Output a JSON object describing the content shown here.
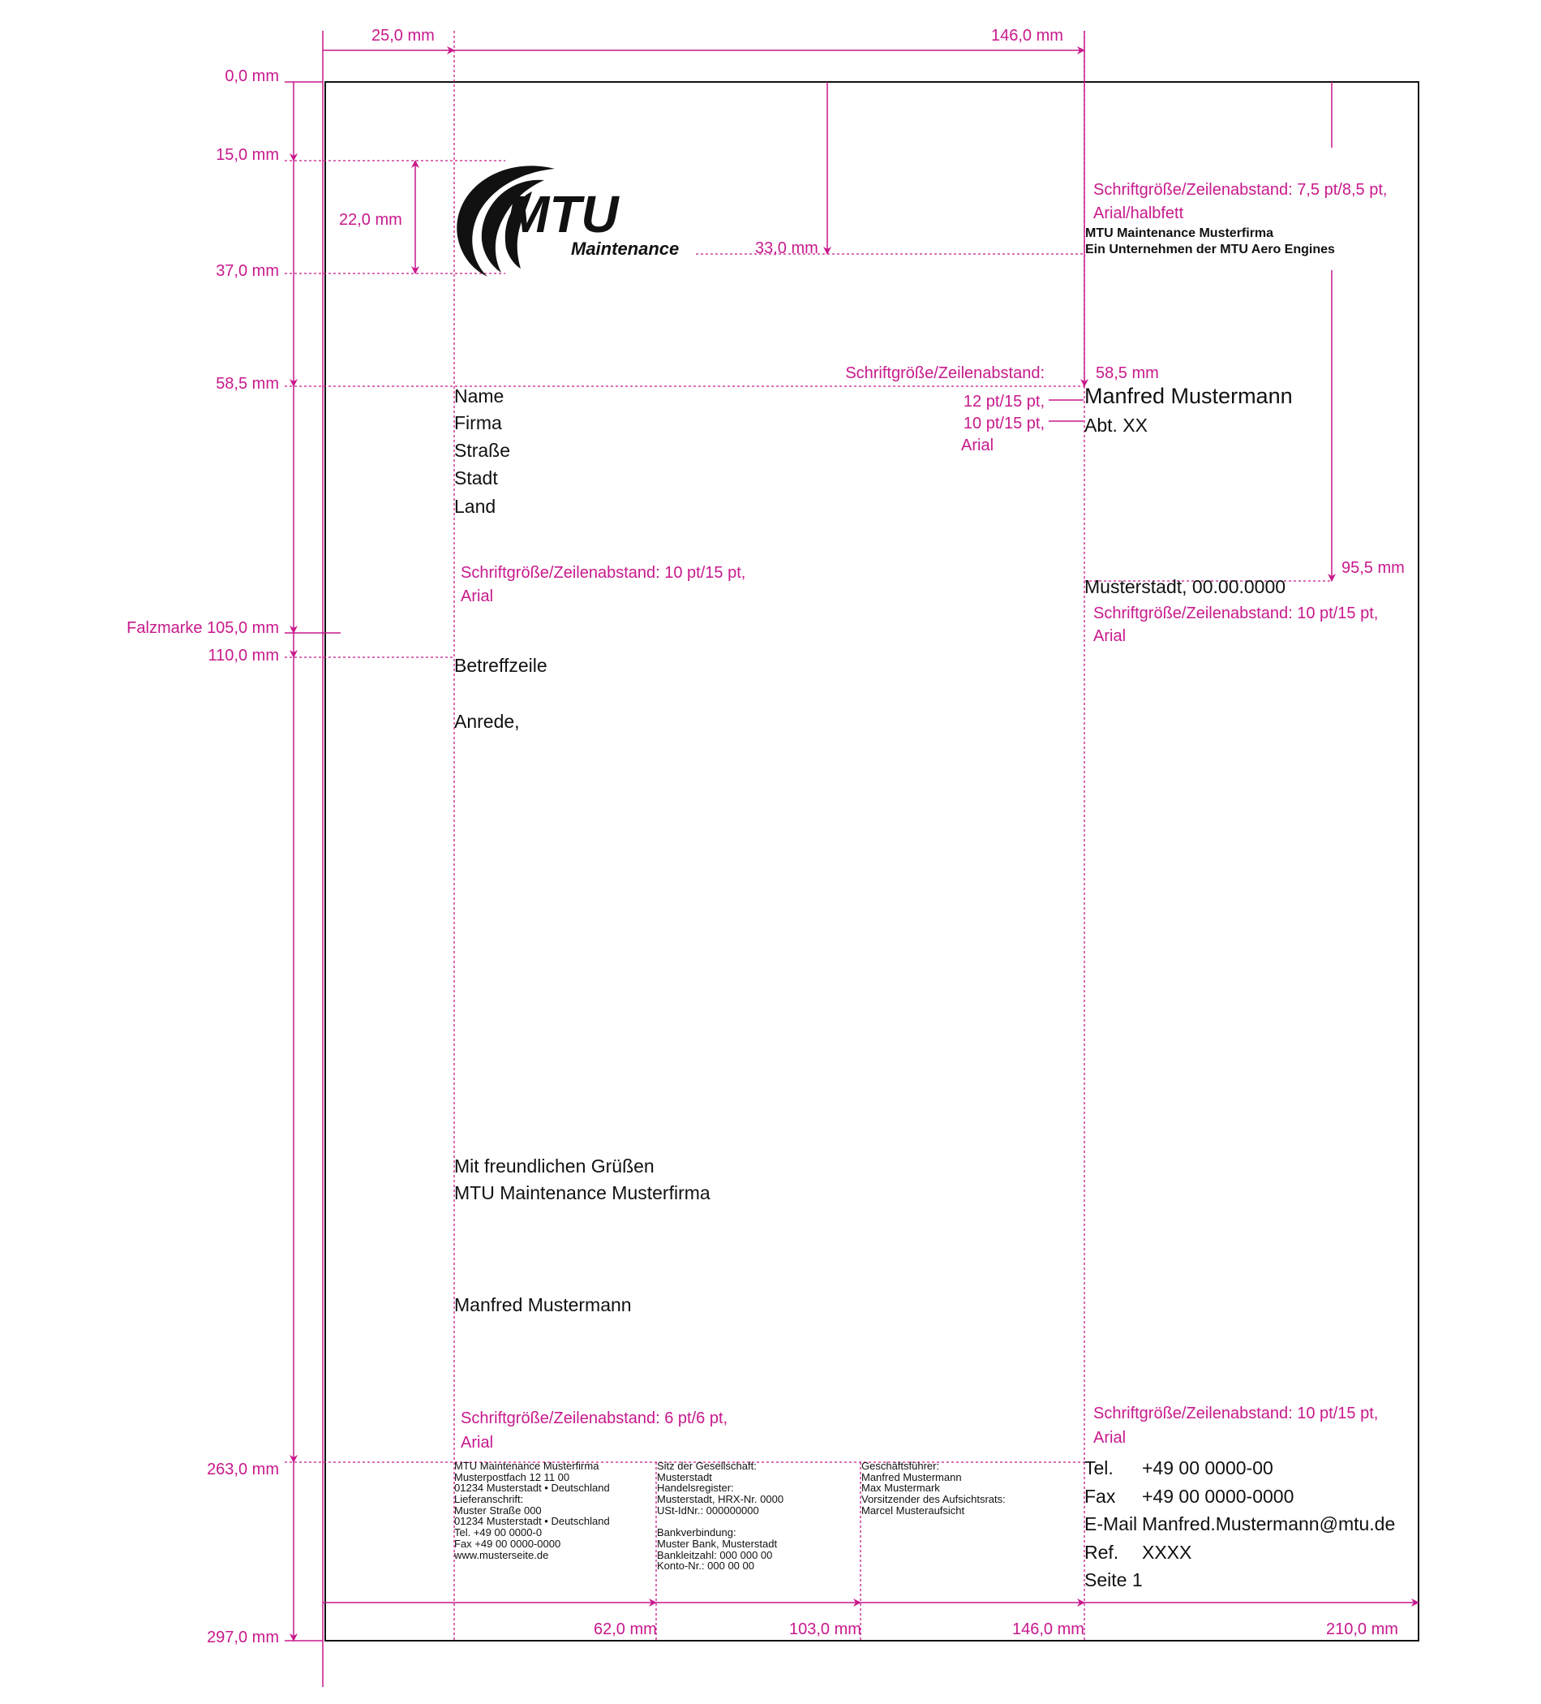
{
  "dimensions": {
    "top": {
      "left_margin": "25,0 mm",
      "address_x": "146,0 mm"
    },
    "left": {
      "top": "0,0 mm",
      "logo_top": "15,0 mm",
      "logo_bottom": "37,0 mm",
      "address_top": "58,5 mm",
      "fold_mark": "Falzmarke 105,0 mm",
      "subject": "110,0 mm",
      "footer_top": "263,0 mm",
      "page_bottom": "297,0 mm"
    },
    "logo_height": "22,0 mm",
    "header_text_y": "33,0 mm",
    "sender_y": "58,5 mm",
    "date_y": "95,5 mm",
    "bottom": {
      "col2": "62,0 mm",
      "col3": "103,0 mm",
      "col4": "146,0 mm",
      "page_width": "210,0 mm"
    }
  },
  "annotations": {
    "header_spec": "Schriftgröße/Zeilenabstand:  7,5 pt/8,5 pt,",
    "header_font": "Arial/halbfett",
    "sender_spec_label": "Schriftgröße/Zeilenabstand:",
    "sender_spec_1": "12 pt/15 pt,",
    "sender_spec_2": "10 pt/15 pt,",
    "sender_font": "Arial",
    "address_spec": "Schriftgröße/Zeilenabstand:  10 pt/15 pt,",
    "address_font": "Arial",
    "date_spec": "Schriftgröße/Zeilenabstand:  10 pt/15 pt,",
    "date_font": "Arial",
    "footer_spec": "Schriftgröße/Zeilenabstand: 6 pt/6 pt,",
    "footer_font": "Arial",
    "contact_spec": "Schriftgröße/Zeilenabstand: 10 pt/15 pt,",
    "contact_font": "Arial"
  },
  "logo": {
    "brand": "MTU",
    "sub": "Maintenance"
  },
  "header": {
    "line1": "MTU Maintenance Musterfirma",
    "line2": "Ein Unternehmen der MTU Aero Engines"
  },
  "recipient": [
    "Name",
    "Firma",
    "Straße",
    "Stadt",
    "Land"
  ],
  "sender": {
    "name": "Manfred Mustermann",
    "dept": "Abt. XX"
  },
  "date": "Musterstadt, 00.00.0000",
  "body": {
    "subject": "Betreffzeile",
    "salutation": "Anrede,",
    "closing": "Mit freundlichen Grüßen",
    "company": "MTU Maintenance Musterfirma",
    "signature": "Manfred Mustermann"
  },
  "contact": [
    {
      "label": "Tel.",
      "value": "+49 00 0000-00"
    },
    {
      "label": "Fax",
      "value": "+49 00 0000-0000"
    },
    {
      "label": "E-Mail",
      "value": "Manfred.Mustermann@mtu.de"
    },
    {
      "label": "Ref.",
      "value": "XXXX"
    }
  ],
  "page": "Seite 1",
  "footer": {
    "col1": [
      "MTU Maintenance Musterfirma",
      "Musterpostfach 12 11 00",
      "01234 Musterstadt • Deutschland",
      "Lieferanschrift:",
      "Muster Straße 000",
      "01234 Musterstadt • Deutschland",
      "Tel.  +49 00 0000-0",
      "Fax +49 00 0000-0000",
      "www.musterseite.de"
    ],
    "col2": [
      "Sitz der Gesellschaft:",
      "Musterstadt",
      "Handelsregister:",
      "Musterstadt, HRX-Nr. 0000",
      "USt-IdNr.: 000000000",
      "",
      "Bankverbindung:",
      "Muster Bank, Musterstadt",
      "Bankleitzahl: 000 000 00",
      "Konto-Nr.: 000 00 00"
    ],
    "col3": [
      "Geschäftsführer:",
      "Manfred Mustermann",
      "Max Mustermark",
      "Vorsitzender des Aufsichtsrats:",
      "Marcel Musteraufsicht"
    ]
  },
  "colors": {
    "annotation": "#c8198c",
    "text": "#111111"
  }
}
